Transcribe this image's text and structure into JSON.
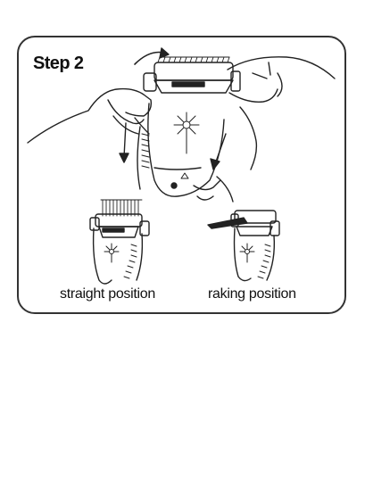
{
  "step": {
    "title": "Step 2"
  },
  "captions": {
    "left": "straight position",
    "right": "raking position"
  }
}
